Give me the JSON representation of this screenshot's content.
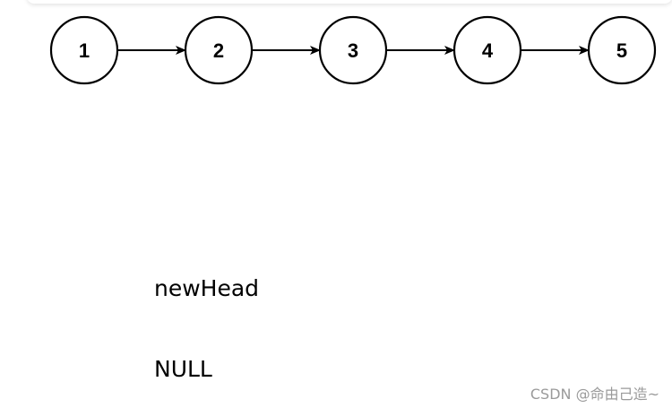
{
  "diagram": {
    "nodes": [
      "1",
      "2",
      "3",
      "4",
      "5"
    ],
    "stroke_color": "#000000",
    "fill_color": "#ffffff"
  },
  "labels": {
    "new_head": "newHead",
    "null_label": "NULL"
  },
  "watermark": "CSDN @命由己造~"
}
